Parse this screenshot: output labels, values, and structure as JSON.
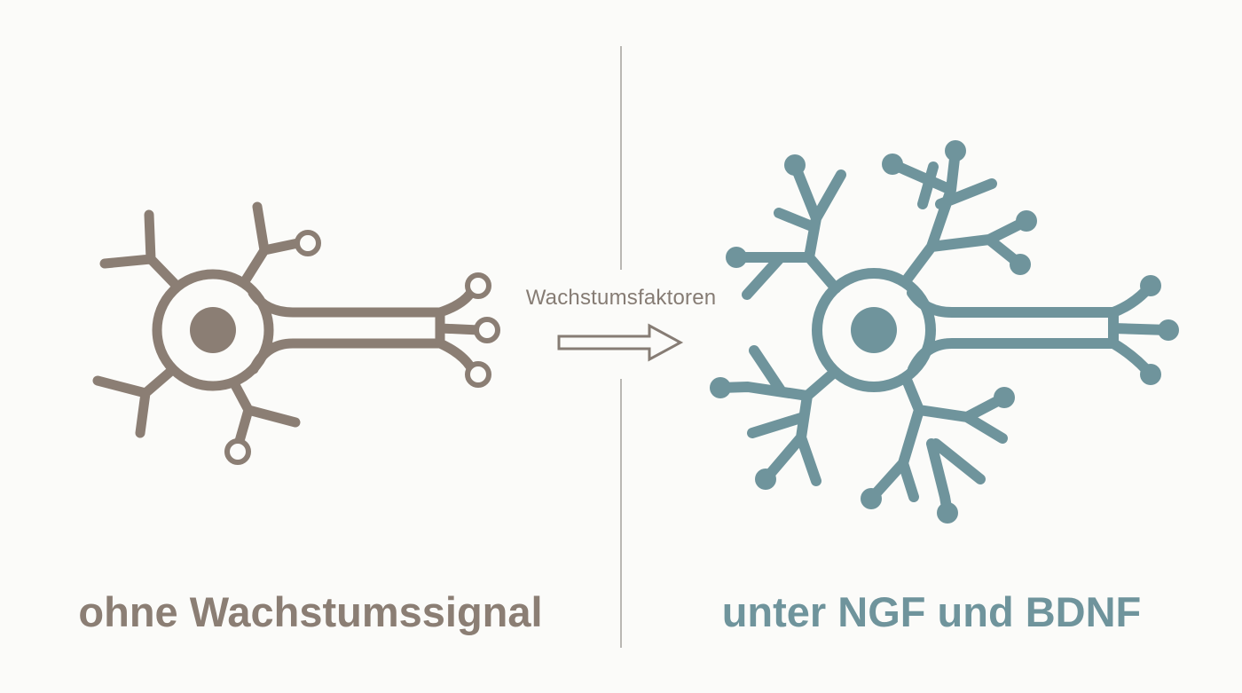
{
  "arrow_label": "Wachstumsfaktoren",
  "left_caption": "ohne Wachstumssignal",
  "right_caption": "unter NGF und BDNF",
  "colors": {
    "background": "#fbfbf9",
    "neuron_without_signal": "#8b7e74",
    "neuron_with_signal": "#6f949c",
    "divider": "#b9b7b3",
    "arrow": "#867c74"
  }
}
